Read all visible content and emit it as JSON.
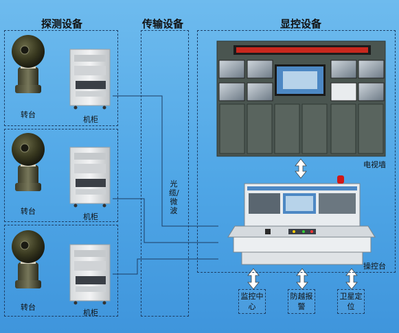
{
  "sections": {
    "detection": "探测设备",
    "transmission": "传输设备",
    "display_control": "显控设备"
  },
  "detection_units": [
    {
      "turntable": "转台",
      "cabinet": "机柜"
    },
    {
      "turntable": "转台",
      "cabinet": "机柜"
    },
    {
      "turntable": "转台",
      "cabinet": "机柜"
    }
  ],
  "transmission_label": "光缆/微波",
  "tv_wall_label": "电视墙",
  "console_label": "操控台",
  "subsystems": [
    {
      "label": "监控中心"
    },
    {
      "label": "防越报警"
    },
    {
      "label": "卫星定位"
    }
  ],
  "colors": {
    "background": "#4fa6e6",
    "wall": "#4a5550",
    "led": "#c8281e",
    "console": "#e8ecef",
    "line": "#1d3d63"
  }
}
